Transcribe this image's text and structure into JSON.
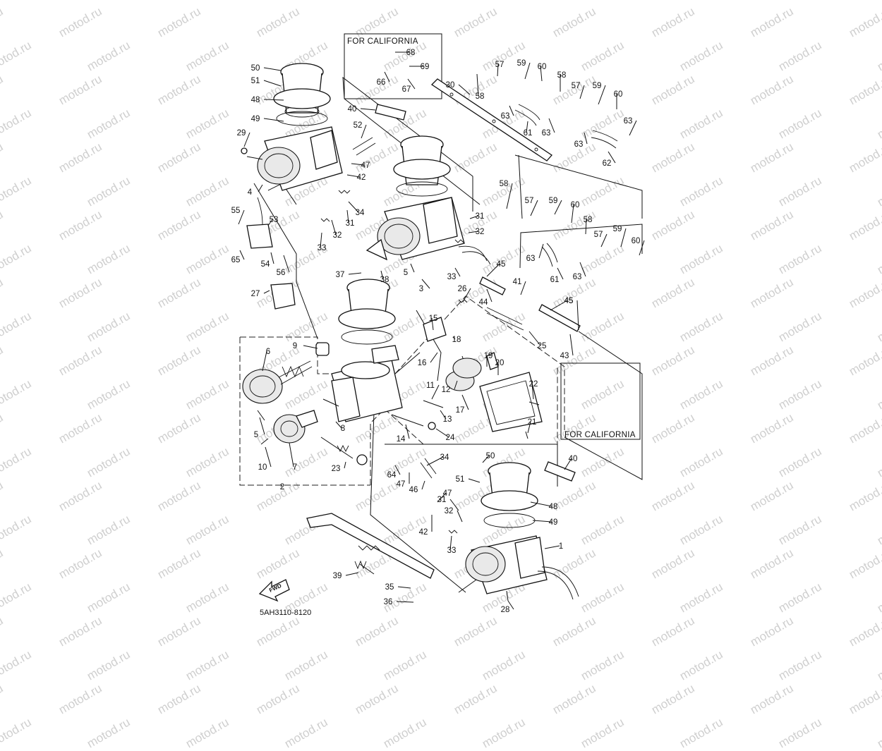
{
  "diagram": {
    "code": "5AH3110-8120",
    "fwd_label": "FWD",
    "california_label_top": "FOR CALIFORNIA",
    "california_label_right": "FOR CALIFORNIA",
    "watermark": "motod.ru",
    "callouts": [
      "50",
      "51",
      "48",
      "49",
      "29",
      "4",
      "55",
      "53",
      "65",
      "54",
      "56",
      "27",
      "52",
      "47",
      "42",
      "34",
      "31",
      "32",
      "33",
      "40",
      "30",
      "58",
      "57",
      "59",
      "60",
      "63",
      "61",
      "62",
      "68",
      "69",
      "66",
      "67",
      "37",
      "38",
      "5",
      "3",
      "26",
      "45",
      "44",
      "41",
      "25",
      "43",
      "15",
      "18",
      "16",
      "19",
      "20",
      "12",
      "17",
      "11",
      "13",
      "22",
      "21",
      "24",
      "14",
      "64",
      "46",
      "23",
      "9",
      "6",
      "8",
      "10",
      "7",
      "2",
      "39",
      "35",
      "36",
      "28",
      "1"
    ]
  }
}
